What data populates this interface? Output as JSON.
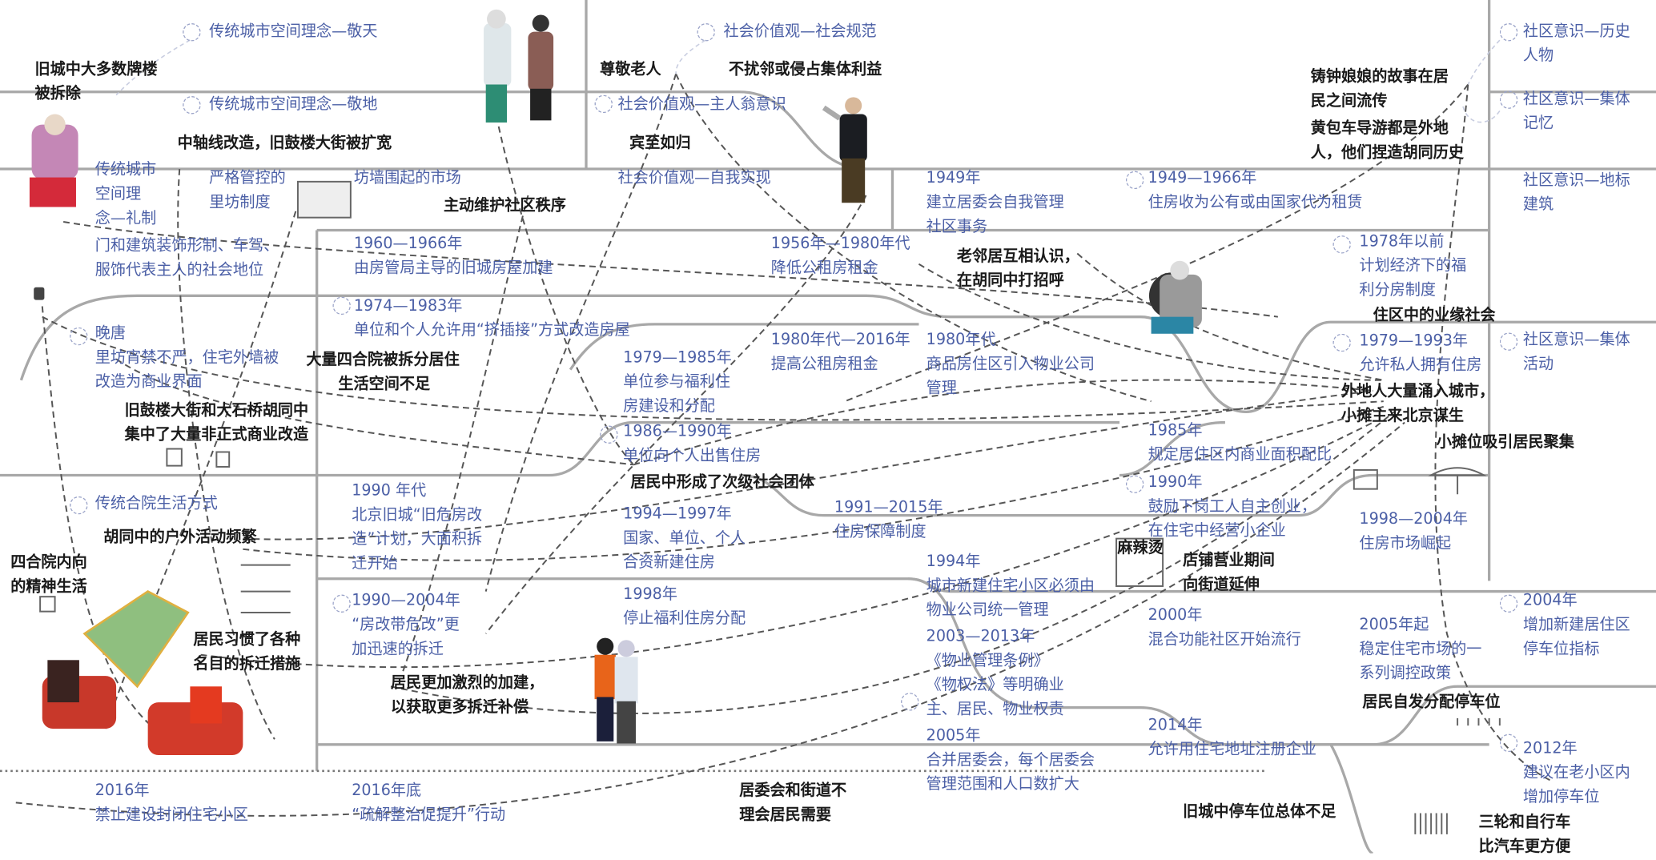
{
  "blue": [
    "传统城市空间理念—敬天",
    "传统城市空间理念—敬地",
    "传统城市\n空间理\n念—礼制",
    "严格管控的\n里坊制度",
    "坊墙围起的市场",
    "门和建筑装饰形制、车驾、\n服饰代表主人的社会地位",
    "1960—1966年\n由房管局主导的旧城房屋加建",
    "1974—1983年\n单位和个人允许用“挤插接”方式改造房屋",
    "晚唐\n里坊宵禁不严，住宅外墙被\n改造为商业界面",
    "社会价值观—社会规范",
    "社会价值观—主人翁意识",
    "社会价值观—自我实现",
    "1949年\n建立居委会自我管理\n社区事务",
    "1949—1966年\n住房收为公有或由国家代为租赁",
    "1956年—1980年代\n降低公租房租金",
    "1978年以前\n计划经济下的福\n利分房制度",
    "1979—1985年\n单位参与福利住\n房建设和分配",
    "1980年代—2016年\n提高公租房租金",
    "1980年代\n商品房住区引入物业公司\n管理",
    "1979—1993年\n允许私人拥有住房",
    "社区意识—历史\n人物",
    "社区意识—集体\n记忆",
    "社区意识—地标\n建筑",
    "社区意识—集体\n活动",
    "1985年\n规定居住区内商业面积配比",
    "1986—1990年\n单位向个人出售住房",
    "1990 年代\n北京旧城“旧危房改\n造”计划，大面积拆\n迁开始",
    "传统合院生活方式",
    "1991—2015年\n住房保障制度",
    "1994—1997年\n国家、单位、个人\n合资新建住房",
    "1994年\n城市新建住宅小区必须由\n物业公司统一管理",
    "1990年\n鼓励下岗工人自主创业，\n在住宅中经营小企业",
    "1998—2004年\n住房市场崛起",
    "1998年\n停止福利住房分配",
    "1990—2004年\n“房改带危改”更\n加迅速的拆迁",
    "2003—2013年\n《物业管理条例》\n《物权法》等明确业\n主、居民、物业权责",
    "2000年\n混合功能社区开始流行",
    "2005年起\n稳定住宅市场的一\n系列调控政策",
    "2004年\n增加新建居住区\n停车位指标",
    "2005年\n合并居委会，每个居委会\n管理范围和人口数扩大",
    "2014年\n允许用住宅地址注册企业",
    "2012年\n建议在老小区内\n增加停车位",
    "2016年\n禁止建设封闭住宅小区",
    "2016年底\n“疏解整治促提升”行动"
  ],
  "black": [
    "旧城中大多数牌楼\n被拆除",
    "中轴线改造，旧鼓楼大街被扩宽",
    "尊敬老人",
    "不扰邻或侵占集体利益",
    "宾至如归",
    "主动维护社区秩序",
    "铸钟娘娘的故事在居\n民之间流传",
    "黄包车导游都是外地\n人，他们捏造胡同历史",
    "老邻居互相认识，\n在胡同中打招呼",
    "住区中的业缘社会",
    "大量四合院被拆分居住\n      生活空间不足",
    "旧鼓楼大街和大石桥胡同中\n集中了大量非正式商业改造",
    "外地人大量涌入城市，\n小摊主来北京谋生",
    "小摊位吸引居民聚集",
    "居民中形成了次级社会团体",
    "胡同中的户外活动频繁",
    "四合院内向\n的精神生活",
    "麻辣烫",
    "店铺营业期间\n向街道延伸",
    "居民习惯了各种\n名目的拆迁措施",
    "居民更加激烈的加建，\n以获取更多拆迁补偿",
    "居委会和街道不\n理会居民需要",
    "旧城中停车位总体不足",
    "居民自发分配停车位",
    "三轮和自行车\n比汽车更方便"
  ],
  "colors": {
    "theme_text": "#4b5fa6",
    "observation_text": "#1a1a1a",
    "frame_line": "#a8a8a8",
    "link_line": "#555555"
  }
}
